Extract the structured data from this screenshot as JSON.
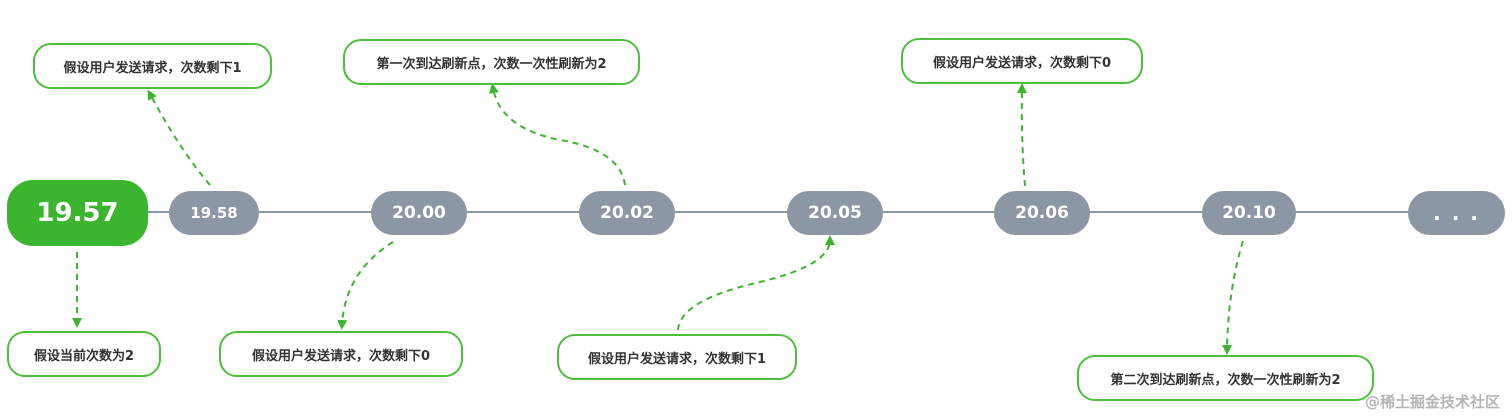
{
  "colors": {
    "accent_green": "#3ab52d",
    "note_border": "#4cbf3b",
    "node_gray": "#8c96a5",
    "line_gray": "#8e97a6",
    "arrow_green": "#3ab52d"
  },
  "timeline": {
    "nodes": [
      {
        "label": "19.57",
        "current": true
      },
      {
        "label": "19.58"
      },
      {
        "label": "20.00"
      },
      {
        "label": "20.02"
      },
      {
        "label": "20.05"
      },
      {
        "label": "20.06"
      },
      {
        "label": "20.10"
      },
      {
        "label": ". . ."
      }
    ]
  },
  "notes": [
    {
      "text": "假设当前次数为2"
    },
    {
      "text": "假设用户发送请求，次数剩下1"
    },
    {
      "text": "假设用户发送请求，次数剩下0"
    },
    {
      "text": "第一次到达刷新点，次数一次性刷新为2"
    },
    {
      "text": "假设用户发送请求，次数剩下1"
    },
    {
      "text": "假设用户发送请求，次数剩下0"
    },
    {
      "text": "第二次到达刷新点，次数一次性刷新为2"
    }
  ],
  "watermark": {
    "text": "@稀土掘金技术社区"
  }
}
